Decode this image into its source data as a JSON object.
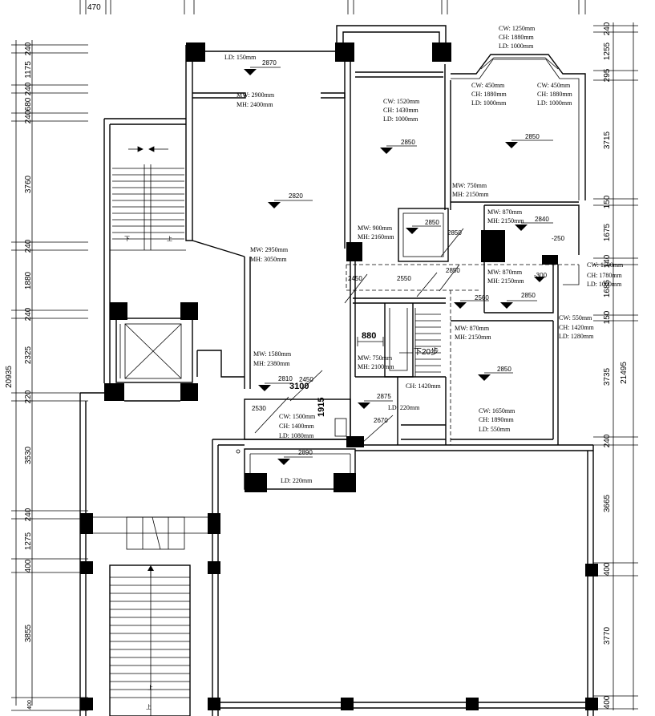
{
  "dims_left": {
    "total": "20935",
    "segments": [
      "240",
      "1175",
      "240",
      "680",
      "240",
      "3760",
      "240",
      "1880",
      "240",
      "2325",
      "220",
      "3530",
      "240",
      "1275",
      "400",
      "3855",
      "400"
    ]
  },
  "dims_right": {
    "total": "21495",
    "segments": [
      "240",
      "1255",
      "295",
      "3715",
      "150",
      "1675",
      "140",
      "1685",
      "150",
      "3735",
      "240",
      "3665",
      "400",
      "3770",
      "400"
    ]
  },
  "dims_top": {
    "first": "470"
  },
  "rooms": {
    "living_top": {
      "ld": "LD: 150mm",
      "level": "2870",
      "mw": "MW: 2900mm",
      "mh": "MH: 2400mm"
    },
    "living_main": {
      "level": "2820",
      "mw": "MW: 2950mm",
      "mh": "MH: 3050mm"
    },
    "room_mid": {
      "cw": "CW: 1520mm",
      "ch": "CH: 1430mm",
      "ld": "LD: 1000mm",
      "level": "2850",
      "mw": "MW: 750mm",
      "mh": "MH: 2150mm"
    },
    "bay": {
      "cw_top": "CW: 1250mm",
      "ch_top": "CH: 1880mm",
      "ld_top": "LD: 1000mm",
      "cw_l": "CW: 450mm",
      "ch_l": "CH: 1880mm",
      "ld_l": "LD: 1000mm",
      "cw_r": "CW: 450mm",
      "ch_r": "CH: 1880mm",
      "ld_r": "LD: 1000mm",
      "level": "2850"
    },
    "small_a": {
      "mw": "MW: 900mm",
      "mh": "MH: 2160mm",
      "level": "2850",
      "level2": "2850"
    },
    "small_b": {
      "mw": "MW: 870mm",
      "mh": "MH: 2150mm",
      "level": "2840",
      "level2": "-250"
    },
    "small_c": {
      "cw": "CW: 1500mm",
      "ch": "CH: 1780mm",
      "ld": "LD: 1000mm",
      "mw": "MW: 870mm",
      "mh": "MH: 2150mm",
      "level": "-300",
      "level2": "2850"
    },
    "corridor": {
      "l1": "2450",
      "l2": "2550",
      "l3": "2850",
      "l4": "2560",
      "w": "880"
    },
    "stair": {
      "label": "下20步"
    },
    "room_right": {
      "cw_side": "CW: 550mm",
      "ch_side": "CH: 1420mm",
      "ld_side": "LD: 1280mm",
      "mw": "MW: 870mm",
      "mh": "MH: 2150mm",
      "level": "2850",
      "cw": "CW: 1650mm",
      "ch": "CH: 1890mm",
      "ld": "LD: 550mm"
    },
    "bath": {
      "mw": "MW: 1580mm",
      "mh": "MH: 2380mm",
      "level": "2810",
      "l2": "2450",
      "l3": "3100",
      "l4": "1915",
      "l5": "2530",
      "cw": "CW: 1500mm",
      "ch": "CH: 1400mm",
      "ld": "LD: 1080mm"
    },
    "hall": {
      "mw": "MW: 750mm",
      "mh": "MH: 2100mm",
      "l1": "2875",
      "l2": "2670",
      "ld": "LD: 220mm",
      "ch": "CH: 1420mm"
    },
    "balcony": {
      "level": "2890",
      "ld": "LD: 220mm"
    }
  },
  "stairs": {
    "up1": "上",
    "up2": "上",
    "up3": "上"
  }
}
